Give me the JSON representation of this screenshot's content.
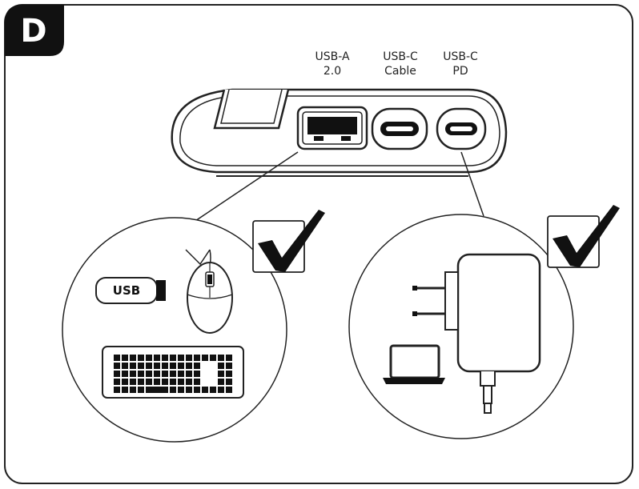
{
  "panel": {
    "letter": "D"
  },
  "ports": [
    {
      "line1": "USB-A",
      "line2": "2.0"
    },
    {
      "line1": "USB-C",
      "line2": "Cable"
    },
    {
      "line1": "USB-C",
      "line2": "PD"
    }
  ],
  "devices": {
    "usb_stick_label": "USB"
  },
  "icons": [
    "checkmark-icon",
    "usb-stick-icon",
    "mouse-icon",
    "keyboard-icon",
    "laptop-icon",
    "wall-charger-icon"
  ]
}
